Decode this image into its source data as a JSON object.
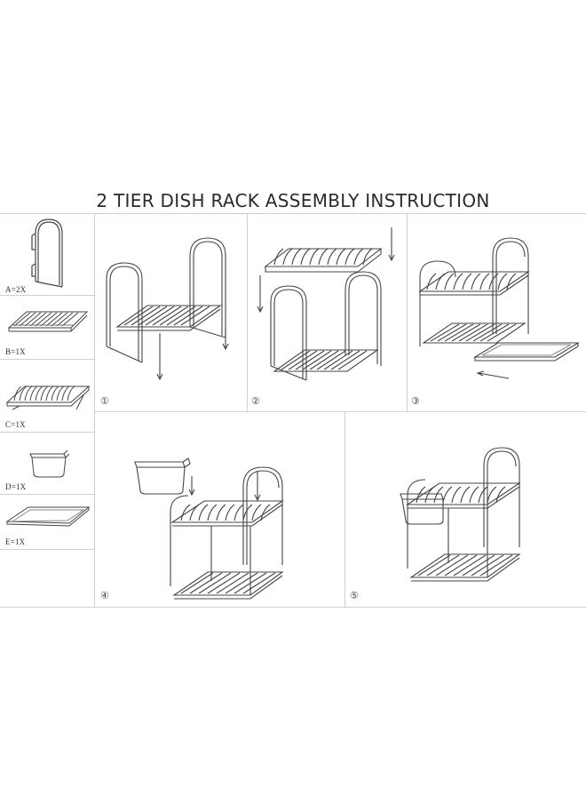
{
  "title": "2 TIER DISH RACK ASSEMBLY INSTRUCTION",
  "parts": [
    {
      "label": "A=2X",
      "icon": "side-frame-icon"
    },
    {
      "label": "B=1X",
      "icon": "lower-rack-icon"
    },
    {
      "label": "C=1X",
      "icon": "upper-plate-rack-icon"
    },
    {
      "label": "D=1X",
      "icon": "utensil-holder-icon"
    },
    {
      "label": "E=1X",
      "icon": "drip-tray-icon"
    }
  ],
  "steps": [
    {
      "number": "①"
    },
    {
      "number": "②"
    },
    {
      "number": "③"
    },
    {
      "number": "④"
    },
    {
      "number": "⑤"
    }
  ],
  "colors": {
    "line": "#444444",
    "border": "#cfcfcf"
  }
}
